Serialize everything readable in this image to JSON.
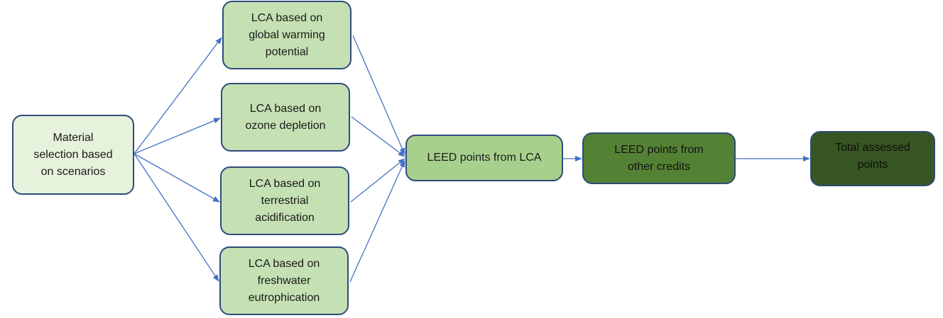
{
  "nodes": {
    "source": {
      "lines": [
        "Material",
        "selection based",
        "on scenarios"
      ]
    },
    "lca_gwp": {
      "lines": [
        "LCA based  on",
        "global warming",
        "potential"
      ]
    },
    "lca_ozone": {
      "lines": [
        "LCA based  on",
        "ozone depletion"
      ]
    },
    "lca_acid": {
      "lines": [
        "LCA based  on",
        "terrestrial",
        "acidification"
      ]
    },
    "lca_eutro": {
      "lines": [
        "LCA based  on",
        "freshwater",
        "eutrophication"
      ]
    },
    "leed_lca": {
      "lines": [
        "LEED points  from LCA"
      ]
    },
    "leed_other": {
      "lines": [
        "LEED points  from",
        "other credits"
      ]
    },
    "total": {
      "lines": [
        "Total assessed",
        "points"
      ]
    }
  },
  "edges": [
    {
      "from": "source",
      "to": "lca_gwp"
    },
    {
      "from": "source",
      "to": "lca_ozone"
    },
    {
      "from": "source",
      "to": "lca_acid"
    },
    {
      "from": "source",
      "to": "lca_eutro"
    },
    {
      "from": "lca_gwp",
      "to": "leed_lca"
    },
    {
      "from": "lca_ozone",
      "to": "leed_lca"
    },
    {
      "from": "lca_acid",
      "to": "leed_lca"
    },
    {
      "from": "lca_eutro",
      "to": "leed_lca"
    },
    {
      "from": "leed_lca",
      "to": "leed_other"
    },
    {
      "from": "leed_other",
      "to": "total"
    }
  ],
  "colors": {
    "edge": "#4472c4",
    "border": "#2f4b7c"
  }
}
